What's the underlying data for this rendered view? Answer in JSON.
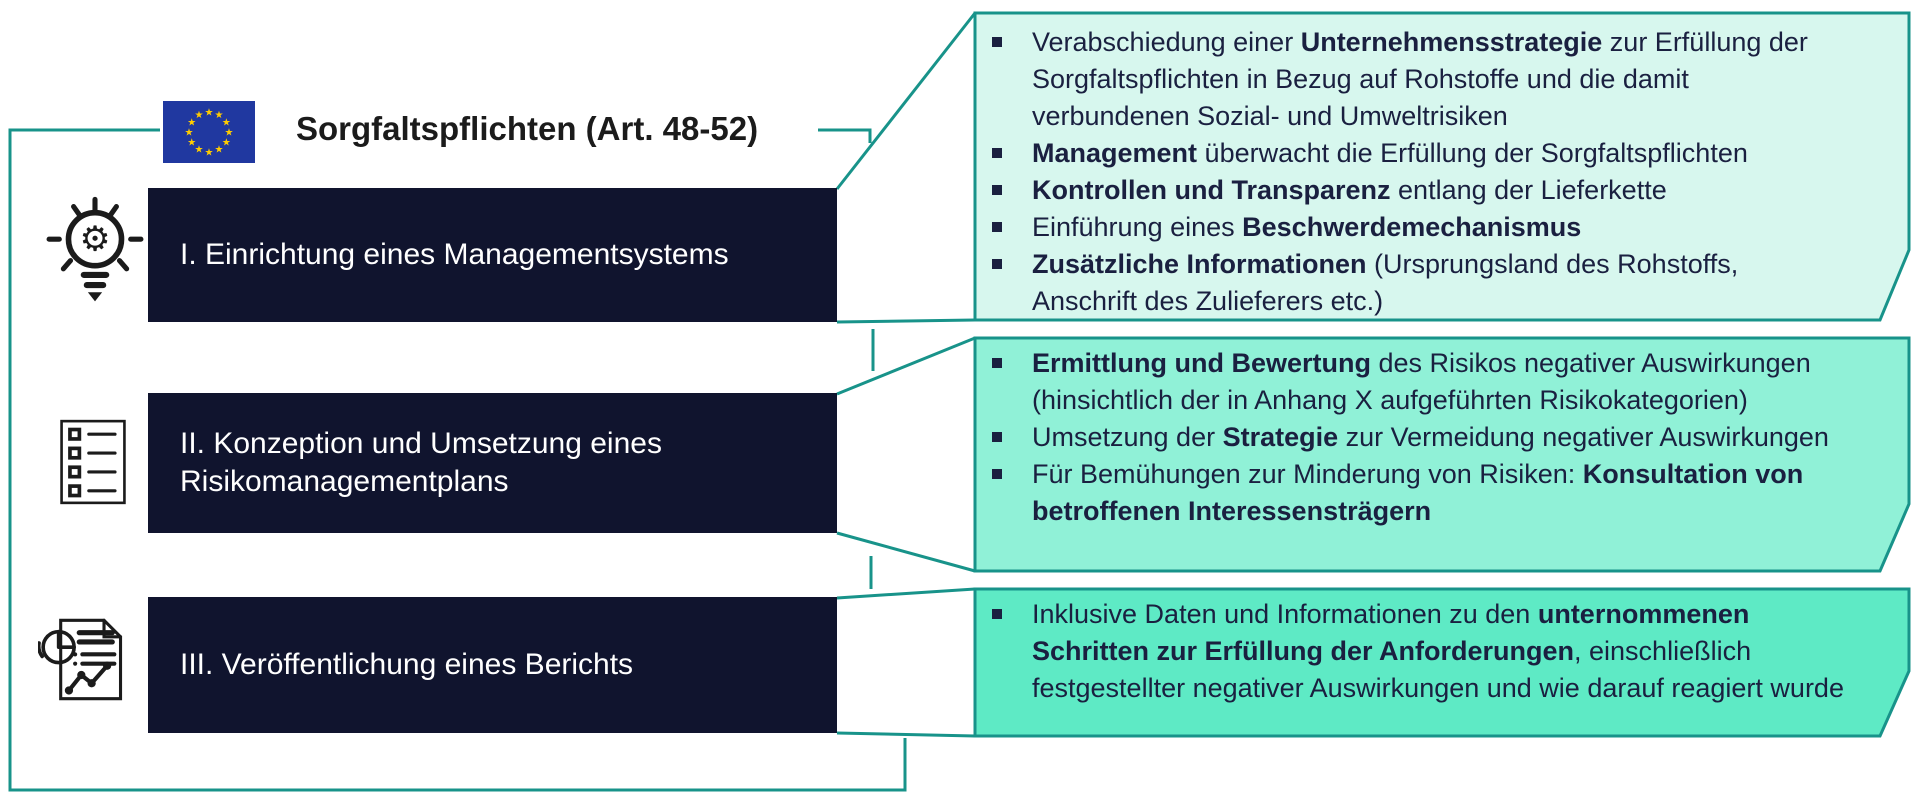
{
  "colors": {
    "teal": "#18938a",
    "navy": "#10142e",
    "text_navy": "#1a2040",
    "callout1_bg": "#d7f7ee",
    "callout2_bg": "#90f1d7",
    "callout3_bg": "#5eeac5",
    "icon_black": "#1b1b1b",
    "flag_blue": "#2038a0",
    "star_yellow": "#ffcc00",
    "box_text": "#ffffff",
    "title_text": "#1b1b1b"
  },
  "header": {
    "title": "Sorgfaltspflichten (Art. 48-52)",
    "flag_icon": "eu-flag-icon",
    "flag_star_count": 12
  },
  "steps": [
    {
      "label": "I. Einrichtung eines Managementsystems",
      "icon": "lightbulb-gear-icon"
    },
    {
      "label": "II. Konzeption und Umsetzung eines\nRisikomanagementplans",
      "icon": "checklist-icon"
    },
    {
      "label": "III. Veröffentlichung eines Berichts",
      "icon": "report-chart-icon"
    }
  ],
  "callouts": [
    {
      "bullets": [
        {
          "segments": [
            {
              "text": "Verabschiedung einer ",
              "bold": false
            },
            {
              "text": "Unternehmensstrategie",
              "bold": true
            },
            {
              "text": " zur Erfüllung der Sorgfaltspflichten in Bezug auf Rohstoffe und die damit verbundenen Sozial- und Umweltrisiken",
              "bold": false
            }
          ]
        },
        {
          "segments": [
            {
              "text": "Management",
              "bold": true
            },
            {
              "text": " überwacht die Erfüllung der Sorgfaltspflichten",
              "bold": false
            }
          ]
        },
        {
          "segments": [
            {
              "text": "Kontrollen und Transparenz",
              "bold": true
            },
            {
              "text": " entlang der Lieferkette",
              "bold": false
            }
          ]
        },
        {
          "segments": [
            {
              "text": "Einführung eines ",
              "bold": false
            },
            {
              "text": "Beschwerdemechanismus",
              "bold": true
            }
          ]
        },
        {
          "segments": [
            {
              "text": "Zusätzliche Informationen",
              "bold": true
            },
            {
              "text": " (Ursprungsland des Rohstoffs, Anschrift des Zulieferers etc.)",
              "bold": false
            }
          ]
        }
      ]
    },
    {
      "bullets": [
        {
          "segments": [
            {
              "text": "Ermittlung und Bewertung",
              "bold": true
            },
            {
              "text": " des Risikos negativer Auswirkungen (hinsichtlich der in Anhang X aufgeführten Risikokategorien)",
              "bold": false
            }
          ]
        },
        {
          "segments": [
            {
              "text": "Umsetzung der ",
              "bold": false
            },
            {
              "text": "Strategie",
              "bold": true
            },
            {
              "text": " zur Vermeidung negativer Auswirkungen",
              "bold": false
            }
          ]
        },
        {
          "segments": [
            {
              "text": "Für Bemühungen zur Minderung von Risiken: ",
              "bold": false
            },
            {
              "text": "Konsultation von betroffenen Interessensträgern",
              "bold": true
            }
          ]
        }
      ]
    },
    {
      "bullets": [
        {
          "segments": [
            {
              "text": "Inklusive Daten und Informationen zu den ",
              "bold": false
            },
            {
              "text": "unternommenen Schritten zur Erfüllung der Anforderungen",
              "bold": true
            },
            {
              "text": ", einschließlich festgestellter negativer Auswirkungen und wie darauf reagiert wurde",
              "bold": false
            }
          ]
        }
      ]
    }
  ]
}
